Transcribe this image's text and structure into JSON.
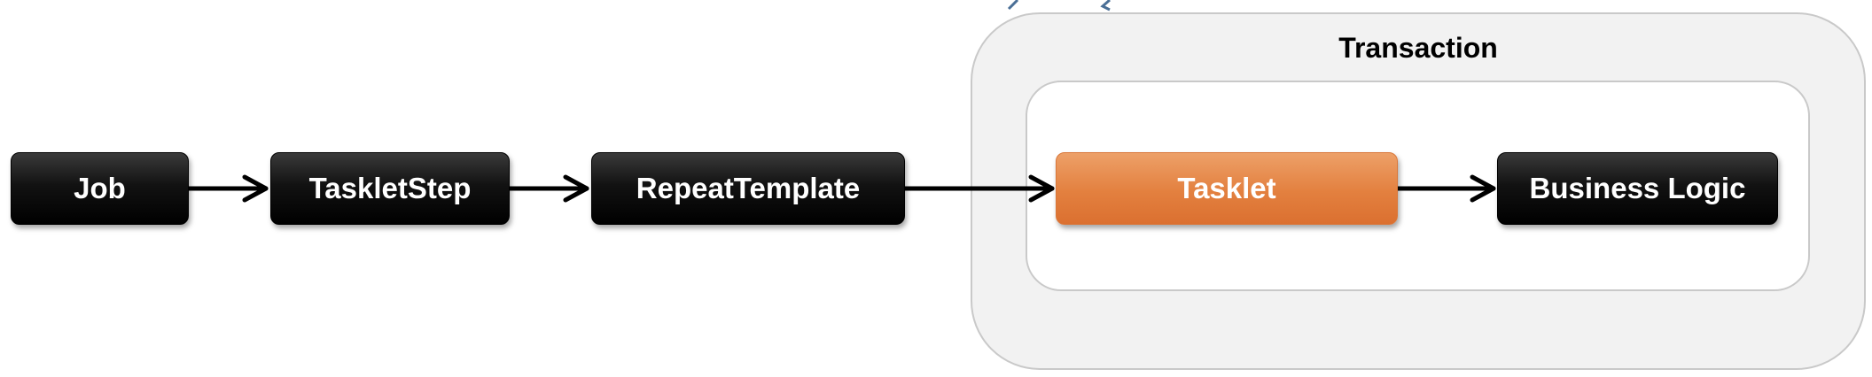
{
  "diagram": {
    "transaction_label": "Transaction",
    "nodes": {
      "job": "Job",
      "tasklet_step": "TaskletStep",
      "repeat_template": "RepeatTemplate",
      "tasklet": "Tasklet",
      "business_logic": "Business Logic"
    },
    "colors": {
      "node_dark": "#000000",
      "node_highlight": "#e3803f",
      "container_fill": "#f2f2f2",
      "container_border": "#c9c9c9",
      "arrow": "#000000",
      "partial_arrow_top": "#4a6f96"
    }
  }
}
